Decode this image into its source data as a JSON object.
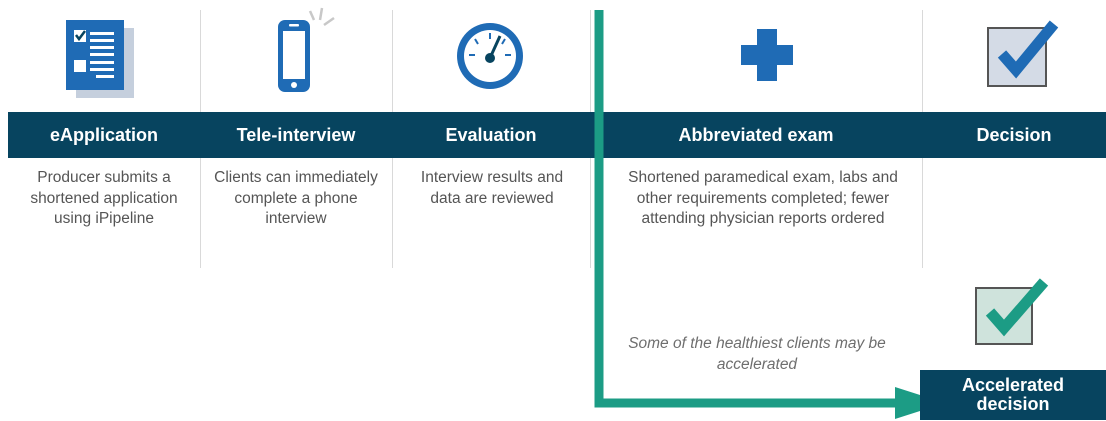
{
  "steps": [
    {
      "title": "eApplication",
      "description": "Producer submits a shortened application using iPipeline",
      "icon": "document-form-icon"
    },
    {
      "title": "Tele-interview",
      "description": "Clients can immediately complete a phone interview",
      "icon": "smartphone-icon"
    },
    {
      "title": "Evaluation",
      "description": "Interview results and data are reviewed",
      "icon": "gauge-icon"
    },
    {
      "title": "Abbreviated exam",
      "description": "Shortened paramedical exam, labs and other requirements completed; fewer attending physician reports ordered",
      "icon": "medical-cross-icon"
    },
    {
      "title": "Decision",
      "description": "",
      "icon": "checkbox-icon"
    }
  ],
  "accelerated": {
    "note": "Some of the healthiest clients may be accelerated",
    "title": "Accelerated decision",
    "icon": "checkbox-icon"
  },
  "colors": {
    "navy": "#07445f",
    "blue": "#1f6bb5",
    "teal": "#1c9c85",
    "check_box_fill": "#d4dbe6",
    "accel_box_fill": "#cfe3dc",
    "text_gray": "#555555"
  }
}
